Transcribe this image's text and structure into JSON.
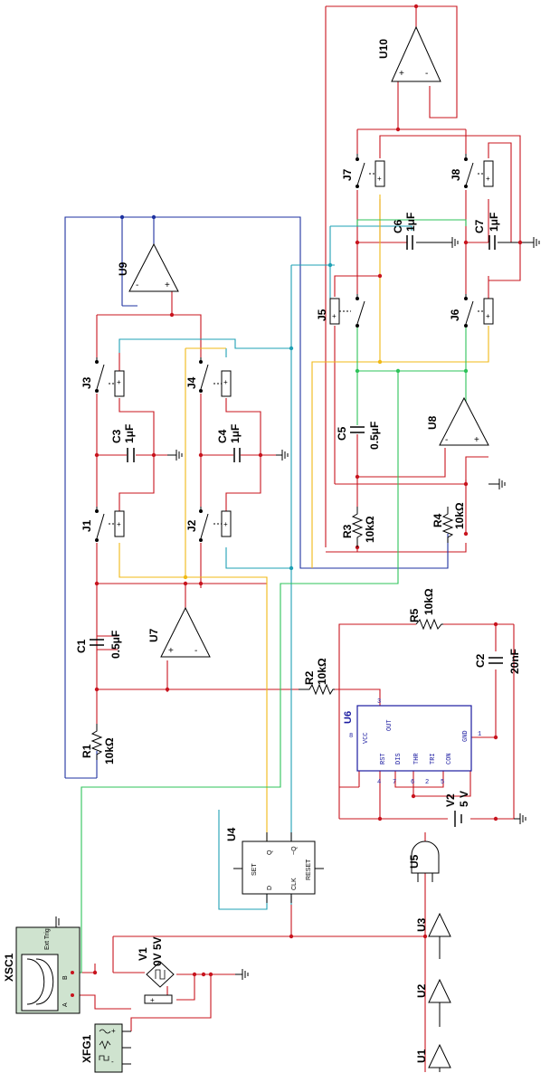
{
  "colors": {
    "red": "#c8141e",
    "blue": "#1e32a0",
    "cyan": "#1ea0b4",
    "yellow": "#f0b914",
    "green": "#2dc35a",
    "black": "#000000",
    "ic_blue": "#1a1aa0",
    "scope_green": "#cfe3cf"
  },
  "components": {
    "U10": "U10",
    "J7": "J7",
    "J8": "J8",
    "C6": "C6",
    "C6_val": "1μF",
    "C7": "C7",
    "C7_val": "1μF",
    "U9": "U9",
    "J5": "J5",
    "J6": "J6",
    "J3": "J3",
    "J4": "J4",
    "C3": "C3",
    "C3_val": "1μF",
    "C4": "C4",
    "C4_val": "1μF",
    "C5": "C5",
    "C5_val": "0.5μF",
    "U8": "U8",
    "J1": "J1",
    "J2": "J2",
    "R3": "R3",
    "R3_val": "10kΩ",
    "R4": "R4",
    "R4_val": "10kΩ",
    "C1": "C1",
    "C1_val": "0.5μF",
    "U7": "U7",
    "R5": "R5",
    "R5_val": "10kΩ",
    "C2": "C2",
    "C2_val": "20nF",
    "R2": "R2",
    "R2_val": "10kΩ",
    "U6": "U6",
    "R1": "R1",
    "R1_val": "10kΩ",
    "V2": "V2",
    "V2_val": "5 V",
    "U4": "U4",
    "U5": "U5",
    "XSC1": "XSC1",
    "V1": "V1",
    "V1_val": "0V 5V",
    "U3": "U3",
    "U2": "U2",
    "U1": "U1",
    "XFG1": "XFG1"
  },
  "pins_555": {
    "vcc": "VCC",
    "out": "OUT",
    "rst": "RST",
    "dis": "DIS",
    "thr": "THR",
    "tri": "TRI",
    "con": "CON",
    "gnd": "GND",
    "p8": "8",
    "p3": "3",
    "p1": "1",
    "p4": "4",
    "p7": "7",
    "p6": "6",
    "p2": "2",
    "p5": "5"
  },
  "pins_ff": {
    "set": "SET",
    "q": "Q",
    "nq": "~Q",
    "d": "D",
    "clk": "CLK",
    "reset": "RESET"
  },
  "scope": {
    "ext_trig": "Ext Trig",
    "a": "A",
    "b": "B"
  },
  "opamp_pins": {
    "plus": "+",
    "minus": "-"
  }
}
